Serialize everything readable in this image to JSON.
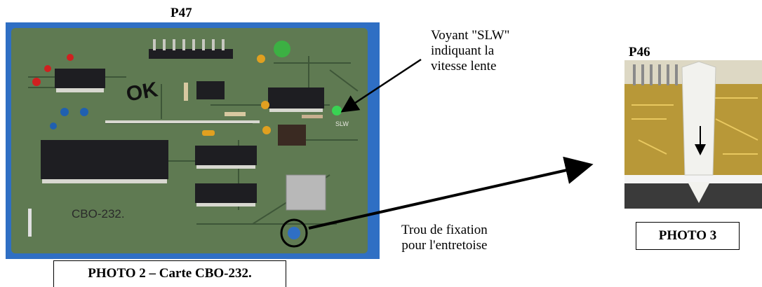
{
  "photo2": {
    "board_id": "P47",
    "board_print": "CBO-232.",
    "handwritten": "OK",
    "silk_slw": "SLW",
    "caption": "PHOTO 2 – Carte CBO-232."
  },
  "photo3": {
    "board_id": "P46",
    "caption": "PHOTO 3"
  },
  "annotations": {
    "led_label": [
      "Voyant \"SLW\"",
      "indiquant la",
      "vitesse lente"
    ],
    "hole_label": [
      "Trou de fixation",
      "pour l'entretoise"
    ]
  },
  "colors": {
    "pcb_green": "#5f7a52",
    "pcb_dark": "#3e5638",
    "photo_bg": "#2f6fc4",
    "ic_black": "#1e1e22"
  }
}
